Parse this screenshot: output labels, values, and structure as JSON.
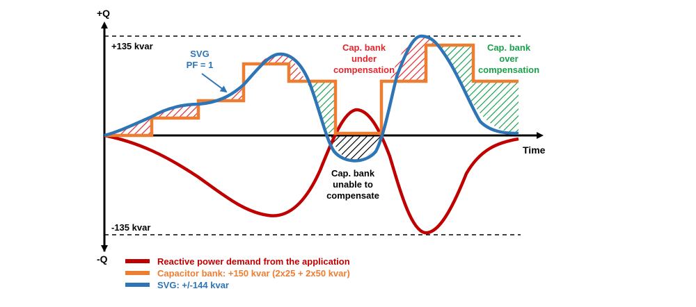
{
  "colors": {
    "demand": "#c00000",
    "capacitor": "#ed7d31",
    "svg": "#2e75b6",
    "under_hatch": "#e3262c",
    "over_hatch": "#19a04b",
    "unable_hatch": "#000000",
    "axis": "#000000",
    "label_blue": "#2e75b6",
    "label_red": "#e3262c",
    "label_green": "#19a04b"
  },
  "axes": {
    "y_positive_label": "+Q",
    "y_negative_label": "-Q",
    "x_label": "Time",
    "upper_limit_label": "+135 kvar",
    "lower_limit_label": "-135 kvar"
  },
  "annotations": {
    "svg_pf_line1": "SVG",
    "svg_pf_line2": "PF = 1",
    "under_comp_line1": "Cap. bank",
    "under_comp_line2": "under",
    "under_comp_line3": "compensation",
    "over_comp_line1": "Cap. bank",
    "over_comp_line2": "over",
    "over_comp_line3": "compensation",
    "unable_line1": "Cap. bank",
    "unable_line2": "unable to",
    "unable_line3": "compensate"
  },
  "legend": [
    {
      "label": "Reactive power demand from the application",
      "icon": "red-line-icon",
      "color": "#c00000"
    },
    {
      "label": "Capacitor bank: +150 kvar (2x25 + 2x50 kvar)",
      "icon": "orange-line-icon",
      "color": "#ed7d31"
    },
    {
      "label": "SVG: +/-144 kvar",
      "icon": "blue-line-icon",
      "color": "#2e75b6"
    }
  ]
}
